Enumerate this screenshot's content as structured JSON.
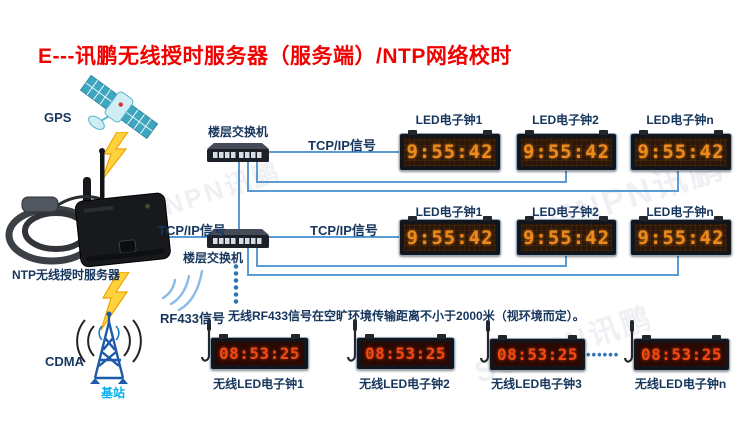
{
  "title": "E---讯鹏无线授时服务器（服务端）/NTP网络校时",
  "colors": {
    "title_red": "#f10000",
    "label_navy": "#17365d",
    "line_blue": "#5b9bd5",
    "dot_blue": "#2e75b6",
    "led_amber": "#ed8a1c",
    "led_red": "#f04a10",
    "station_cyan": "#00b0f0"
  },
  "gps": {
    "label": "GPS"
  },
  "ntp_server": {
    "label": "NTP无线授时服务器"
  },
  "cdma": {
    "label": "CDMA",
    "station_label": "基站"
  },
  "switch1": {
    "label": "楼层交换机"
  },
  "switch2": {
    "label": "楼层交换机"
  },
  "links": {
    "tcpip_row1": "TCP/IP信号",
    "tcpip_row2": "TCP/IP信号",
    "tcpip_server": "TCP/IP信号",
    "rf433": "RF433信号",
    "rf433_note": "无线RF433信号在空旷环境传输距离不小于2000米（视环境而定）。"
  },
  "led_row1": {
    "clocks": [
      {
        "label": "LED电子钟1",
        "time": "9:55:42"
      },
      {
        "label": "LED电子钟2",
        "time": "9:55:42"
      },
      {
        "label": "LED电子钟n",
        "time": "9:55:42"
      }
    ]
  },
  "led_row2": {
    "clocks": [
      {
        "label": "LED电子钟1",
        "time": "9:55:42"
      },
      {
        "label": "LED电子钟2",
        "time": "9:55:42"
      },
      {
        "label": "LED电子钟n",
        "time": "9:55:42"
      }
    ]
  },
  "wireless_row": {
    "ellipsis": "••••••",
    "clocks": [
      {
        "label": "无线LED电子钟1",
        "time": "08:53:25"
      },
      {
        "label": "无线LED电子钟2",
        "time": "08:53:25"
      },
      {
        "label": "无线LED电子钟3",
        "time": "08:53:25"
      },
      {
        "label": "无线LED电子钟n",
        "time": "08:53:25"
      }
    ]
  },
  "watermark": "SUNPN讯鹏"
}
